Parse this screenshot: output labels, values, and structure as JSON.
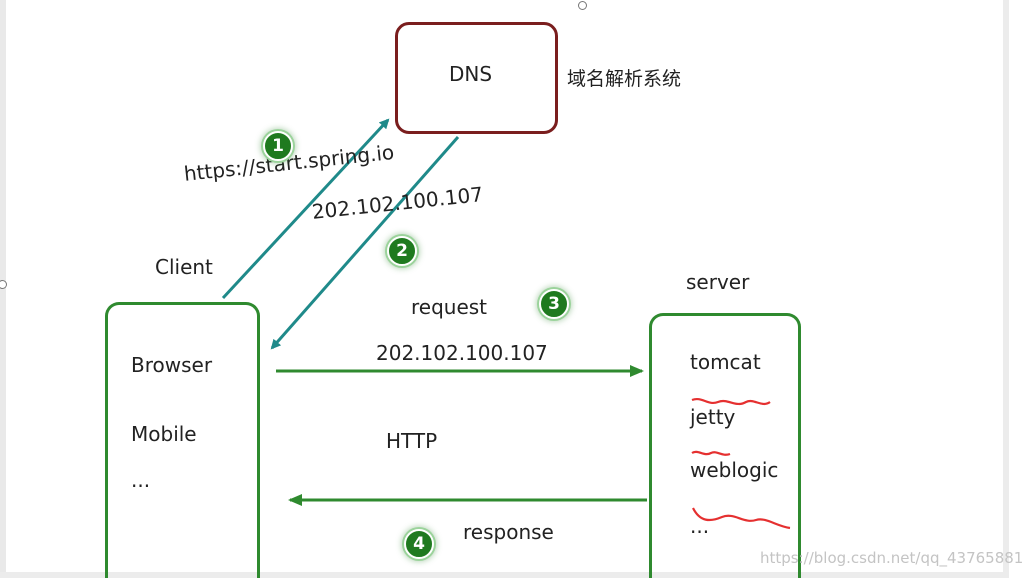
{
  "dns": {
    "label": "DNS",
    "description": "域名解析系统"
  },
  "client": {
    "title": "Client",
    "items": [
      "Browser",
      "Mobile",
      "..."
    ]
  },
  "server": {
    "title": "server",
    "items": [
      "tomcat",
      "jetty",
      "weblogic",
      "..."
    ]
  },
  "steps": {
    "one": {
      "number": "1",
      "label": "https://start.spring.io"
    },
    "two": {
      "number": "2",
      "label": "202.102.100.107"
    },
    "three": {
      "number": "3",
      "label": "request",
      "sublabel": "202.102.100.107"
    },
    "four": {
      "number": "4",
      "label": "response"
    }
  },
  "protocol": "HTTP",
  "watermark": "https://blog.csdn.net/qq_43765881",
  "colors": {
    "dns_border": "#7a1e1e",
    "box_border": "#2f8a2f",
    "dns_arrow": "#1f8a8a",
    "http_arrow": "#2f8a2f",
    "badge": "#1f7a1f",
    "scribble": "#e53030"
  }
}
